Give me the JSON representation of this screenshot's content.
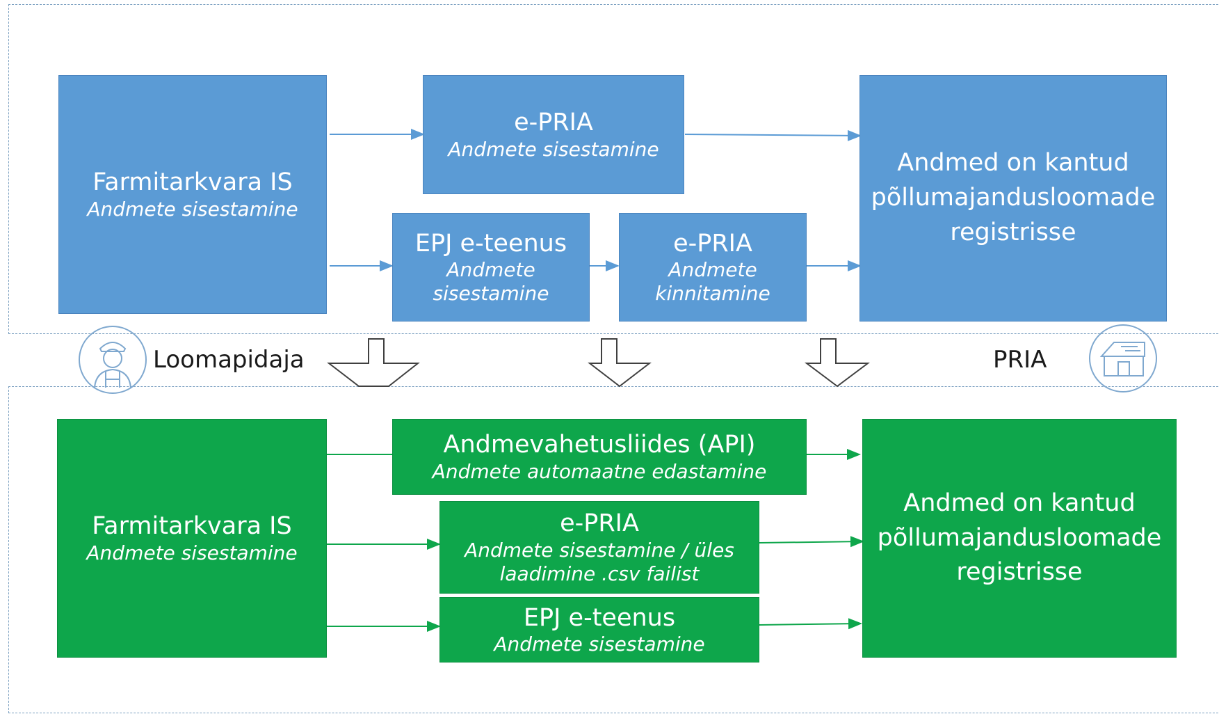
{
  "colors": {
    "blue": "#5b9bd5",
    "green": "#0ea64b",
    "arrow_blue": "#5b9bd5",
    "arrow_green": "#0ea64b"
  },
  "top": {
    "farm": {
      "title": "Farmitarkvara IS",
      "sub": "Andmete sisestamine"
    },
    "epria": {
      "title": "e-PRIA",
      "sub": "Andmete sisestamine"
    },
    "epj": {
      "title": "EPJ e-teenus",
      "sub_line1": "Andmete",
      "sub_line2": "sisestamine"
    },
    "epria_confirm": {
      "title": "e-PRIA",
      "sub_line1": "Andmete",
      "sub_line2": "kinnitamine"
    },
    "result": {
      "line1": "Andmed on kantud",
      "line2": "põllumajandusloomade",
      "line3": "registrisse"
    }
  },
  "middle": {
    "left_label": "Loomapidaja",
    "left_icon": "farmer-icon",
    "right_label": "PRIA",
    "right_icon": "building-icon"
  },
  "bottom": {
    "farm": {
      "title": "Farmitarkvara IS",
      "sub": "Andmete sisestamine"
    },
    "api": {
      "title": "Andmevahetusliides (API)",
      "sub": "Andmete automaatne edastamine"
    },
    "epria": {
      "title": "e-PRIA",
      "sub_line1": "Andmete sisestamine / üles",
      "sub_line2": "laadimine .csv failist"
    },
    "epj": {
      "title": "EPJ e-teenus",
      "sub": "Andmete sisestamine"
    },
    "result": {
      "line1": "Andmed on kantud",
      "line2": "põllumajandusloomade",
      "line3": "registrisse"
    }
  }
}
